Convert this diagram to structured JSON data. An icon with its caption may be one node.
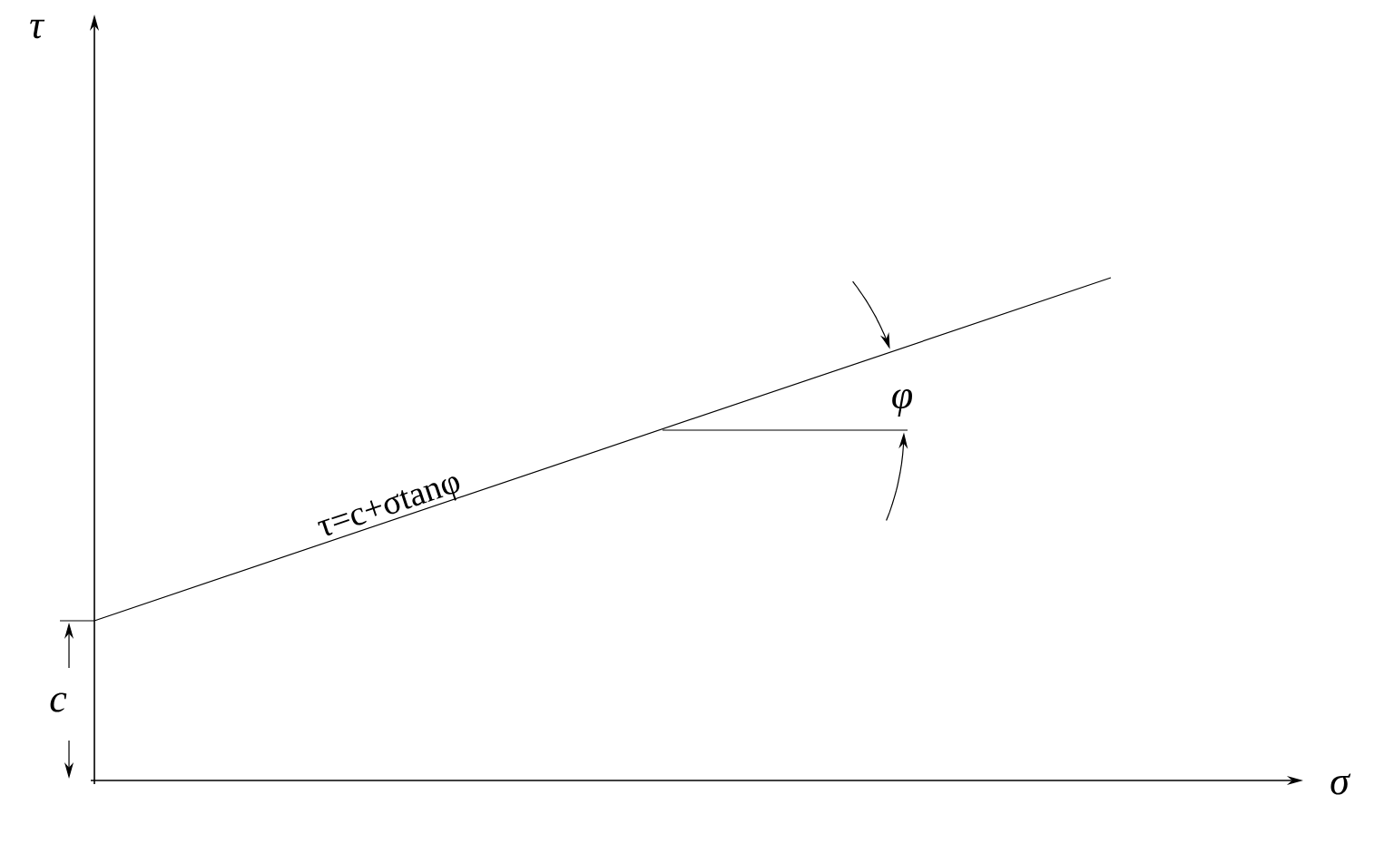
{
  "diagram": {
    "labels": [
      "τ",
      "φ",
      "τ=c+σtanφ",
      "c",
      "σ"
    ]
  }
}
